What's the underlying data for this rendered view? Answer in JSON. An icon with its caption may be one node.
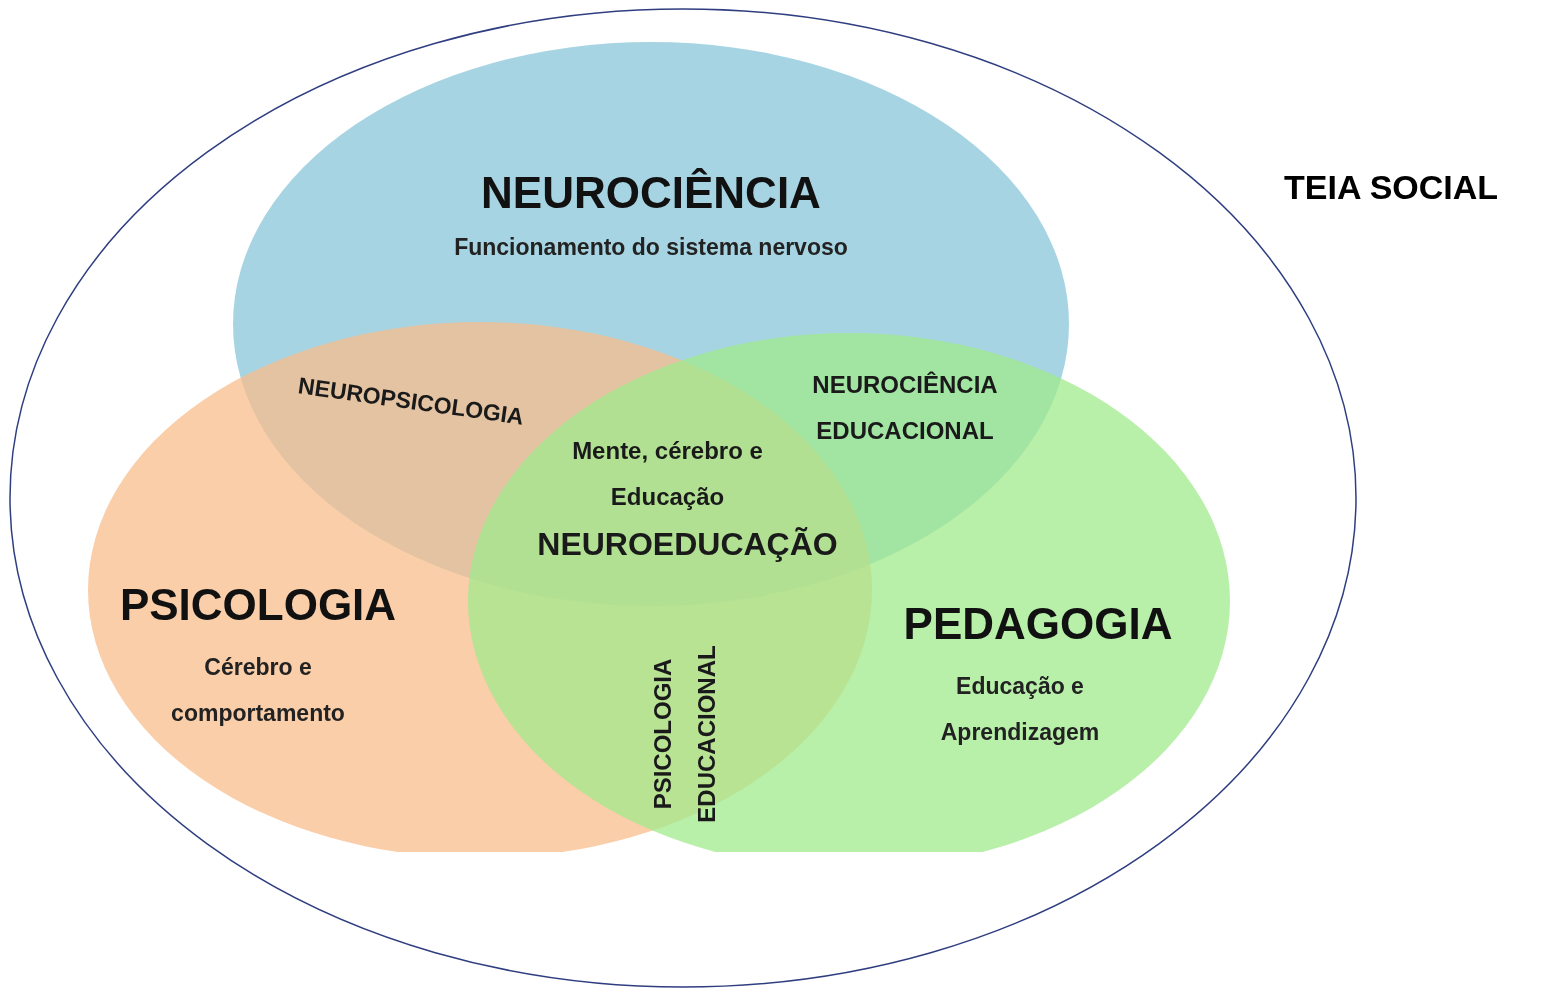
{
  "diagram": {
    "nodes": [
      {
        "text": [
          "TEIA SOCIAL"
        ]
      },
      {
        "text": [
          "NEUROCIÊNCIA",
          "Funcionamento do sistema nervoso"
        ],
        "in": 0
      },
      {
        "text": [
          "PSICOLOGIA",
          "Cérebro e comportamento"
        ],
        "in": 0
      },
      {
        "text": [
          "PEDAGOGIA",
          "Educação e Aprendizagem"
        ],
        "in": 0
      }
    ],
    "labels": [
      "NEUROPSICOLOGIA",
      "NEUROCIÊNCIA EDUCACIONAL",
      "Mente, cérebro e Educação",
      "NEUROEDUCAÇÃO",
      "PSICOLOGIA EDUCACIONAL"
    ]
  }
}
